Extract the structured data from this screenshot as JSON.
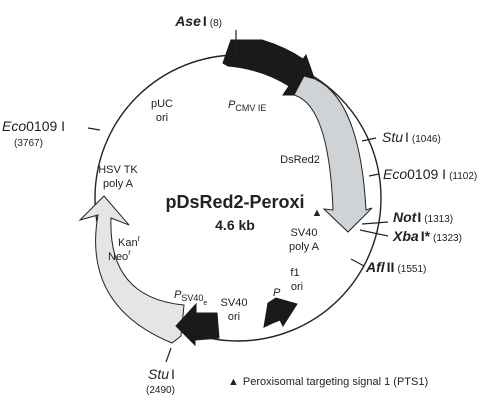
{
  "plasmid": {
    "name": "pDsRed2-Peroxi",
    "size": "4.6 kb"
  },
  "sites": [
    {
      "name": "Ase",
      "suffix": "I",
      "pos": "(8)",
      "bold": true
    },
    {
      "name": "Stu",
      "suffix": "I",
      "pos": "(1046)",
      "bold": false
    },
    {
      "name": "Eco",
      "suffix": "0109 I",
      "pos": "(1102)",
      "bold": false
    },
    {
      "name": "Not",
      "suffix": "I",
      "pos": "(1313)",
      "bold": true
    },
    {
      "name": "Xba",
      "suffix": "I*",
      "pos": "(1323)",
      "bold": true
    },
    {
      "name": "Afl",
      "suffix": "II",
      "pos": "(1551)",
      "bold": true
    },
    {
      "name": "Stu",
      "suffix": "I",
      "pos": "(2490)",
      "bold": false
    },
    {
      "name": "Eco",
      "suffix": "0109 I",
      "pos": "(3767)",
      "bold": false
    }
  ],
  "features": {
    "pcmv": "P",
    "pcmv_sub": "CMV IE",
    "dsred2": "DsRed2",
    "sv40polya_1": "SV40",
    "sv40polya_2": "poly A",
    "f1_1": "f1",
    "f1_2": "ori",
    "p_promoter": "P",
    "sv40ori_1": "SV40",
    "sv40ori_2": "ori",
    "psv40": "P",
    "psv40_sub": "SV40",
    "psv40_sub2": "e",
    "kan": "Kan",
    "kan_sup": "r",
    "neo": "Neo",
    "neo_sup": "r",
    "hsvtk_1": "HSV TK",
    "hsvtk_2": "poly A",
    "puc_1": "pUC",
    "puc_2": "ori"
  },
  "legend": {
    "symbol": "▲",
    "text": "Peroxisomal targeting signal 1 (PTS1)"
  },
  "colors": {
    "cmv_arrow": "#1a1a1a",
    "dsred2_arrow": "#d0d3d6",
    "kan_arrow": "#e4e6e6",
    "small_arrows": "#1a1a1a",
    "circle": "#222222"
  }
}
